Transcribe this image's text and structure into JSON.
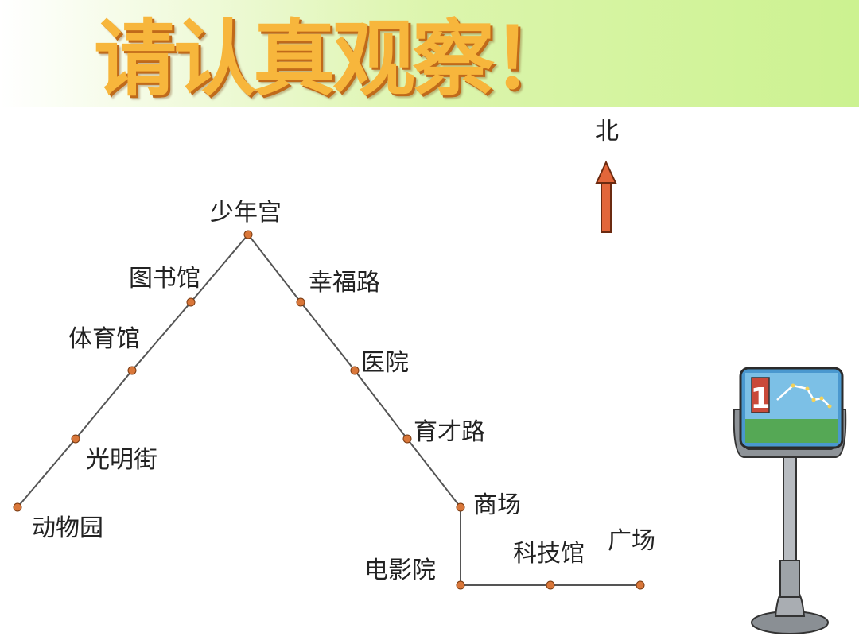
{
  "slide": {
    "title": "请认真观察！",
    "north_label": "北"
  },
  "map": {
    "route_color": "#555555",
    "stop_fill": "#d9773a",
    "stops": [
      {
        "id": "zoo",
        "label": "动物园"
      },
      {
        "id": "guangming",
        "label": "光明街"
      },
      {
        "id": "gym",
        "label": "体育馆"
      },
      {
        "id": "library",
        "label": "图书馆"
      },
      {
        "id": "youth-palace",
        "label": "少年宫"
      },
      {
        "id": "xingfu-road",
        "label": "幸福路"
      },
      {
        "id": "hospital",
        "label": "医院"
      },
      {
        "id": "yucai-road",
        "label": "育才路"
      },
      {
        "id": "mall",
        "label": "商场"
      },
      {
        "id": "cinema",
        "label": "电影院"
      },
      {
        "id": "sci-museum",
        "label": "科技馆"
      },
      {
        "id": "square",
        "label": "广场"
      }
    ]
  },
  "sign": {
    "route_number": "1"
  },
  "colors": {
    "title_fill": "#f7b63c",
    "title_shadow": "#c06a1a",
    "arrow": "#e2663a",
    "banner_green": "#ccf290"
  }
}
